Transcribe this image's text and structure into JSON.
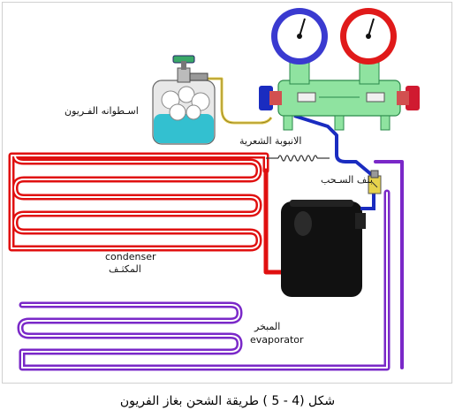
{
  "labels": {
    "cylinder": "اسـطوانه الفـريون",
    "capillary": "الانبوبة الشعرية",
    "valve": "بلف السـحب",
    "condenser_en": "condenser",
    "condenser_ar": "المكثـف",
    "evaporator_ar": "المبخر",
    "evaporator_en": "evaporator"
  },
  "caption": "شكل (4 - 5 ) طريقة الشحن بغاز الفريون",
  "colors": {
    "condenser": "#e01010",
    "evaporator": "#7a28c8",
    "suction_line": "#1a2cc0",
    "charge_hose": "#e2c84a",
    "manifold": "#8fe3a0",
    "low_gauge": "#3a3ad0",
    "high_gauge": "#e01a1a",
    "compressor": "#111111",
    "liquid": "#33c0d0"
  },
  "icons": [
    "pressure-gauge-icon",
    "refrigerant-cylinder-icon",
    "compressor-icon",
    "suction-valve-icon",
    "capillary-coil-icon"
  ]
}
